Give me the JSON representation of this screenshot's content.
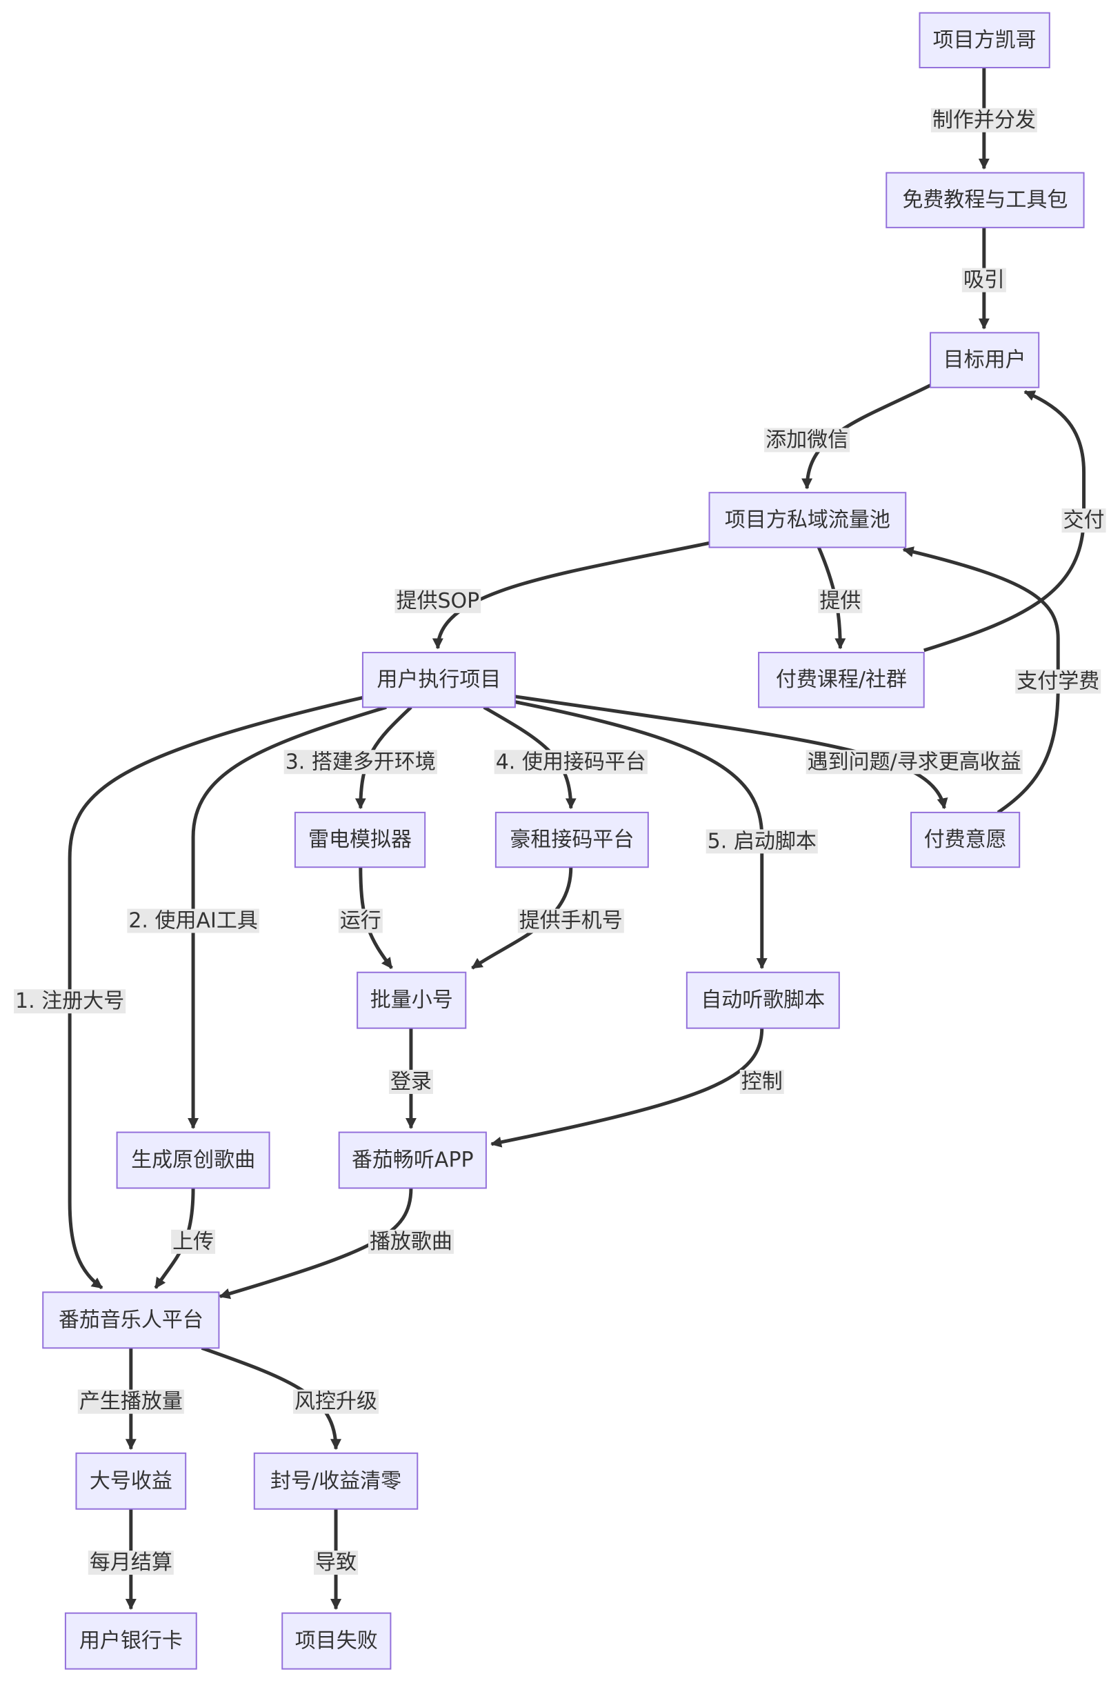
{
  "colors": {
    "node_fill": "#ECECFF",
    "node_stroke": "#9370DB",
    "edge": "#333333",
    "label_bg": "#E8E8E8",
    "text": "#333333"
  },
  "nodes": [
    {
      "id": "kaige",
      "label": "项目方凯哥"
    },
    {
      "id": "tutorial",
      "label": "免费教程与工具包"
    },
    {
      "id": "target",
      "label": "目标用户"
    },
    {
      "id": "pool",
      "label": "项目方私域流量池"
    },
    {
      "id": "exec",
      "label": "用户执行项目"
    },
    {
      "id": "course",
      "label": "付费课程/社群"
    },
    {
      "id": "emulator",
      "label": "雷电模拟器"
    },
    {
      "id": "sms",
      "label": "豪租接码平台"
    },
    {
      "id": "intent",
      "label": "付费意愿"
    },
    {
      "id": "accounts",
      "label": "批量小号"
    },
    {
      "id": "script",
      "label": "自动听歌脚本"
    },
    {
      "id": "song",
      "label": "生成原创歌曲"
    },
    {
      "id": "app",
      "label": "番茄畅听APP"
    },
    {
      "id": "platform",
      "label": "番茄音乐人平台"
    },
    {
      "id": "income",
      "label": "大号收益"
    },
    {
      "id": "ban",
      "label": "封号/收益清零"
    },
    {
      "id": "bank",
      "label": "用户银行卡"
    },
    {
      "id": "fail",
      "label": "项目失败"
    }
  ],
  "edges": [
    {
      "id": "e1",
      "from": "kaige",
      "to": "tutorial",
      "label": "制作并分发"
    },
    {
      "id": "e2",
      "from": "tutorial",
      "to": "target",
      "label": "吸引"
    },
    {
      "id": "e3",
      "from": "target",
      "to": "pool",
      "label": "添加微信"
    },
    {
      "id": "e4",
      "from": "pool",
      "to": "exec",
      "label": "提供SOP"
    },
    {
      "id": "e5",
      "from": "pool",
      "to": "course",
      "label": "提供"
    },
    {
      "id": "e6",
      "from": "course",
      "to": "target",
      "label": "交付"
    },
    {
      "id": "e7",
      "from": "intent",
      "to": "pool",
      "label": "支付学费"
    },
    {
      "id": "e8",
      "from": "exec",
      "to": "platform",
      "label": "1. 注册大号"
    },
    {
      "id": "e9",
      "from": "exec",
      "to": "song",
      "label": "2. 使用AI工具"
    },
    {
      "id": "e10",
      "from": "exec",
      "to": "emulator",
      "label": "3. 搭建多开环境"
    },
    {
      "id": "e11",
      "from": "exec",
      "to": "sms",
      "label": "4. 使用接码平台"
    },
    {
      "id": "e12",
      "from": "exec",
      "to": "script",
      "label": "5. 启动脚本"
    },
    {
      "id": "e13",
      "from": "exec",
      "to": "intent",
      "label": "遇到问题/寻求更高收益"
    },
    {
      "id": "e14",
      "from": "emulator",
      "to": "accounts",
      "label": "运行"
    },
    {
      "id": "e15",
      "from": "sms",
      "to": "accounts",
      "label": "提供手机号"
    },
    {
      "id": "e16",
      "from": "accounts",
      "to": "app",
      "label": "登录"
    },
    {
      "id": "e17",
      "from": "script",
      "to": "app",
      "label": "控制"
    },
    {
      "id": "e18",
      "from": "song",
      "to": "platform",
      "label": "上传"
    },
    {
      "id": "e19",
      "from": "app",
      "to": "platform",
      "label": "播放歌曲"
    },
    {
      "id": "e20",
      "from": "platform",
      "to": "income",
      "label": "产生播放量"
    },
    {
      "id": "e21",
      "from": "platform",
      "to": "ban",
      "label": "风控升级"
    },
    {
      "id": "e22",
      "from": "income",
      "to": "bank",
      "label": "每月结算"
    },
    {
      "id": "e23",
      "from": "ban",
      "to": "fail",
      "label": "导致"
    }
  ]
}
